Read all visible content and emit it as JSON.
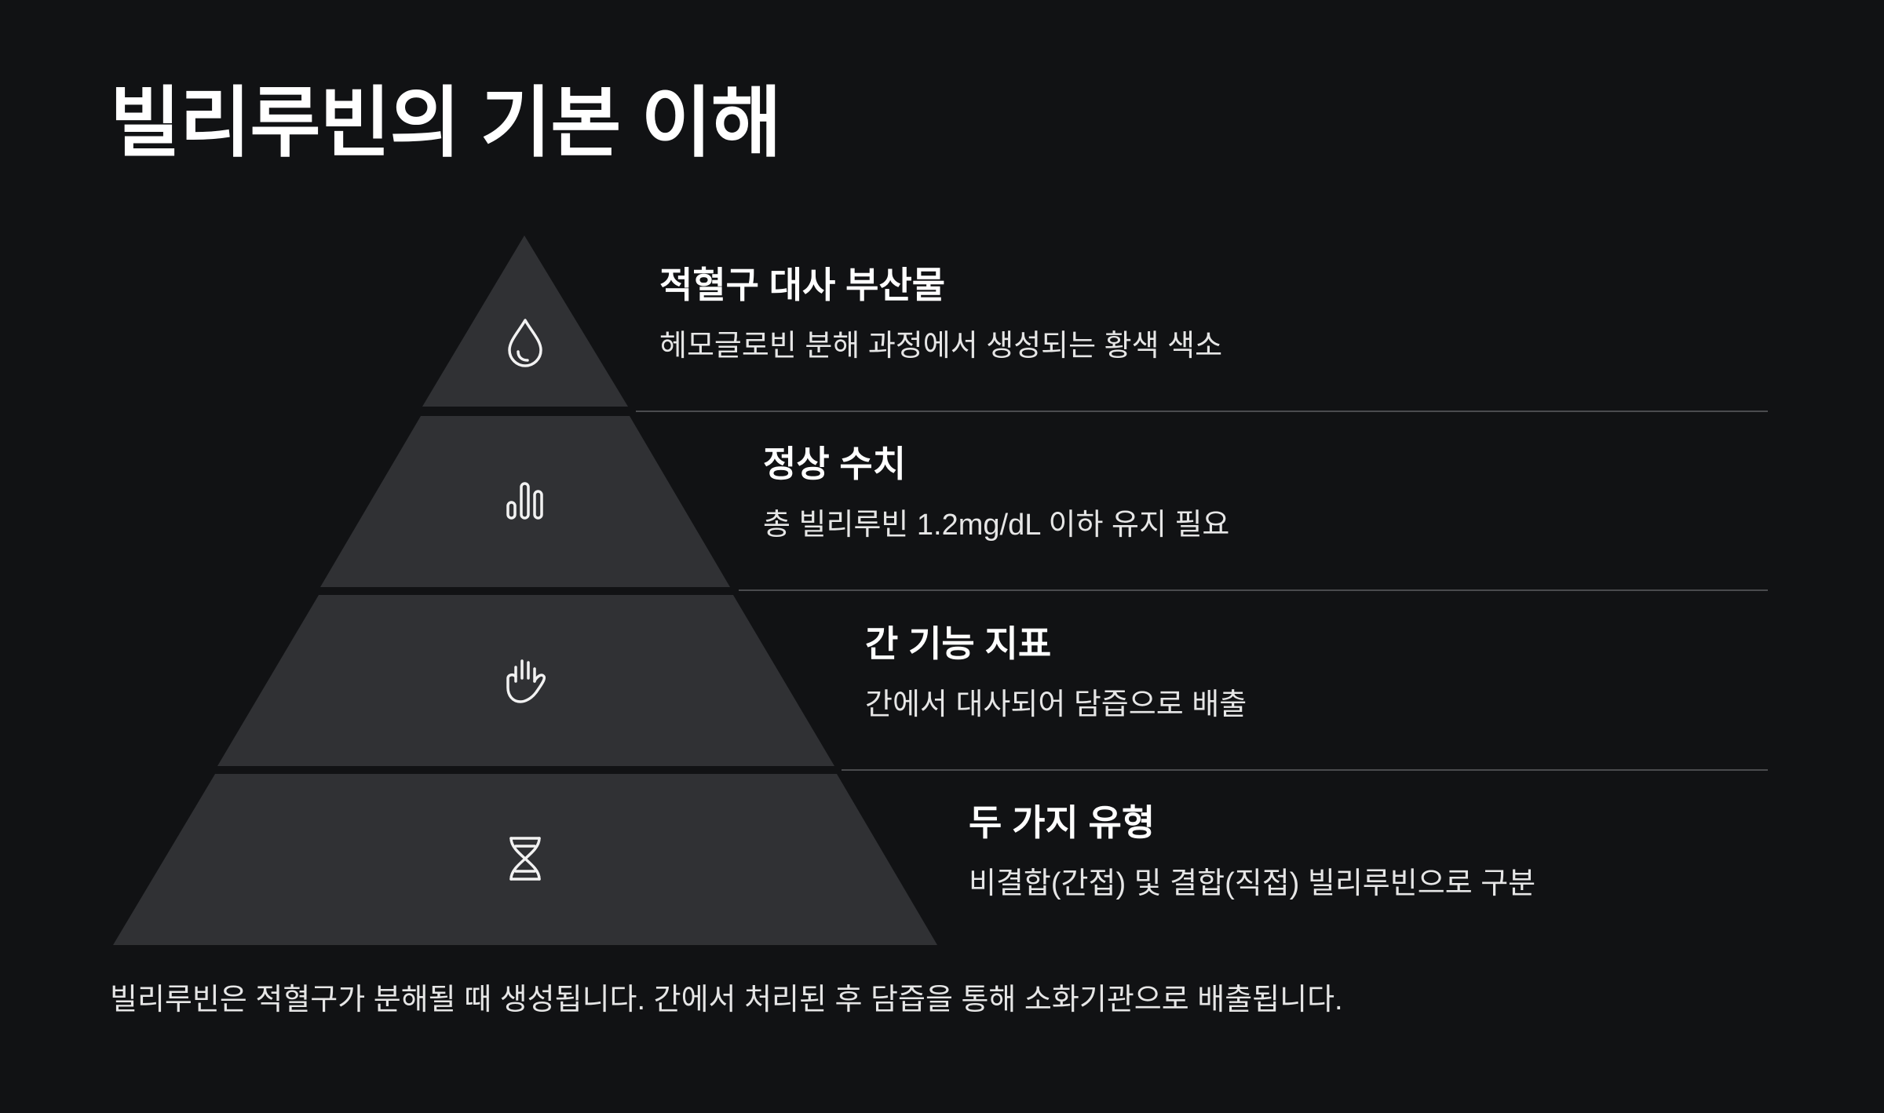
{
  "title": "빌리루빈의 기본 이해",
  "tiers": [
    {
      "title": "적혈구 대사 부산물",
      "description": "헤모글로빈 분해 과정에서 생성되는 황색 색소",
      "icon": "droplet-icon"
    },
    {
      "title": "정상 수치",
      "description": "총 빌리루빈 1.2mg/dL 이하 유지 필요",
      "icon": "bar-chart-icon"
    },
    {
      "title": "간 기능 지표",
      "description": "간에서 대사되어 담즙으로 배출",
      "icon": "hand-icon"
    },
    {
      "title": "두 가지 유형",
      "description": "비결합(간접) 및 결합(직접) 빌리루빈으로 구분",
      "icon": "dna-icon"
    }
  ],
  "footer": "빌리루빈은 적혈구가 분해될 때 생성됩니다. 간에서 처리된 후 담즙을 통해 소화기관으로 배출됩니다.",
  "colors": {
    "background": "#111214",
    "tier_fill": "#303134",
    "divider": "#4a4b4e",
    "text": "#ffffff",
    "icon_stroke": "#f2f2f2"
  }
}
